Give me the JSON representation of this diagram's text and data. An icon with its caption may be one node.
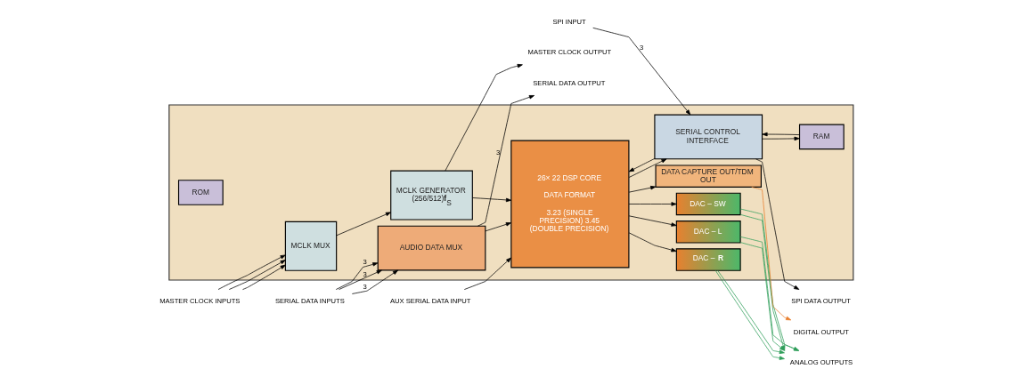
{
  "diagram": {
    "nodes": [
      {
        "text": [],
        "shape": "box"
      },
      {
        "text": [
          "AUDIO DATA MUX"
        ],
        "in": 0
      },
      {
        "text": [
          "26× 22 DSP CORE",
          "DATA FORMAT",
          "3.23 (SINGLE PRECISION) 3.45 (DOUBLE PRECISION)"
        ],
        "in": 0
      },
      {
        "text": [
          "MCLK MUX"
        ],
        "in": 0
      },
      {
        "text": [
          "MCLK GENERATOR (256/512)**f**$_{S}$"
        ],
        "in": 0
      },
      {
        "text": [
          "SERIAL CONTROL INTERFACE"
        ],
        "in": 0
      },
      {
        "text": [
          "RAM"
        ],
        "in": 0
      },
      {
        "text": [
          "ROM"
        ],
        "in": 0
      },
      {
        "text": [
          "DAC – L"
        ],
        "in": 0
      },
      {
        "text": [
          "DAC – **R**"
        ],
        "in": 0
      },
      {
        "text": [
          "DAC – SW"
        ],
        "in": 0
      },
      {
        "text": [
          "DATA CAPTURE OUT/TDM OUT"
        ],
        "in": 0
      },
      {
        "text": [
          "SERIAL DATA OUTPUT"
        ]
      },
      {
        "text": [
          "SERIAL DATA INPUTS"
        ]
      },
      {
        "text": [
          "MASTER CLOCK OUTPUT"
        ]
      },
      {
        "text": [
          "MASTER CLOCK INPUTS"
        ]
      },
      {
        "text": [
          "AUX SERIAL DATA INPUT"
        ]
      },
      {
        "text": [
          "SPI DATA OUTPUT"
        ]
      },
      {
        "text": [
          "SPI INPUT"
        ]
      },
      {
        "text": [
          "ANALOG OUTPUTS"
        ]
      },
      {
        "text": [
          "DIGITAL OUTPUT"
        ]
      }
    ],
    "edges": [
      {
        "from": 1,
        "to": 12,
        "arrow": "to",
        "label": "3"
      },
      {
        "from": 13,
        "to": 1,
        "arrow": "to",
        "label": "3"
      },
      {
        "from": 13,
        "to": 1,
        "arrow": "to",
        "label": "3"
      },
      {
        "from": 13,
        "to": 1,
        "arrow": "to",
        "label": "3"
      },
      {
        "from": 1,
        "to": 2,
        "arrow": "to"
      },
      {
        "from": 4,
        "to": 14,
        "arrow": "to"
      },
      {
        "from": 15,
        "to": 3,
        "arrow": "to"
      },
      {
        "from": 15,
        "to": 3,
        "arrow": "to"
      },
      {
        "from": 15,
        "to": 3,
        "arrow": "to"
      },
      {
        "from": 3,
        "to": 4,
        "arrow": "to"
      },
      {
        "from": 4,
        "to": 2,
        "arrow": "to"
      },
      {
        "from": 16,
        "to": 2,
        "arrow": "to"
      },
      {
        "from": 5,
        "to": 2,
        "arrow": "to"
      },
      {
        "from": 2,
        "to": 5,
        "arrow": "to"
      },
      {
        "from": 5,
        "to": 6,
        "arrow": "to"
      },
      {
        "from": 6,
        "to": 5,
        "arrow": "to"
      },
      {
        "from": 5,
        "to": 17,
        "arrow": "to"
      },
      {
        "from": 18,
        "to": 5,
        "arrow": "to",
        "label": "3"
      },
      {
        "from": 2,
        "to": 8,
        "arrow": "to"
      },
      {
        "from": 2,
        "to": 9,
        "arrow": "to"
      },
      {
        "from": 2,
        "to": 10,
        "arrow": "to"
      },
      {
        "from": 2,
        "to": 11,
        "arrow": "to"
      },
      {
        "from": 8,
        "to": 19,
        "arrow": "to",
        "color": "#2e9e5a"
      },
      {
        "from": 8,
        "to": 19,
        "arrow": "to",
        "color": "#2e9e5a"
      },
      {
        "from": 9,
        "to": 19,
        "arrow": "to",
        "color": "#2e9e5a"
      },
      {
        "from": 9,
        "to": 19,
        "arrow": "to",
        "color": "#2e9e5a"
      },
      {
        "from": 10,
        "to": 19,
        "arrow": "to",
        "color": "#2e9e5a"
      },
      {
        "from": 10,
        "to": 19,
        "arrow": "to",
        "color": "#2e9e5a"
      },
      {
        "from": 11,
        "to": 20,
        "arrow": "to",
        "color": "#e87d2a"
      }
    ]
  }
}
